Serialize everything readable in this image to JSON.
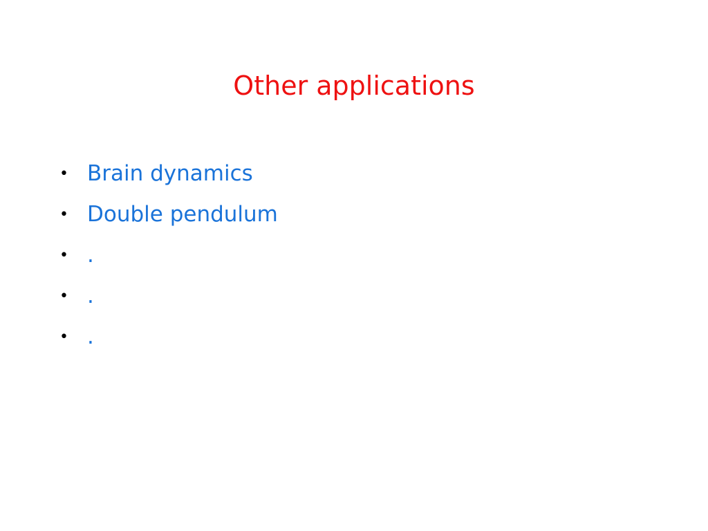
{
  "slide": {
    "title": "Other applications",
    "title_color": "#ee1111",
    "text_color": "#1a73d9",
    "bullet_symbol": "•",
    "bullets": [
      {
        "label": "Brain dynamics"
      },
      {
        "label": "Double pendulum"
      },
      {
        "label": "."
      },
      {
        "label": "."
      },
      {
        "label": "."
      }
    ]
  }
}
